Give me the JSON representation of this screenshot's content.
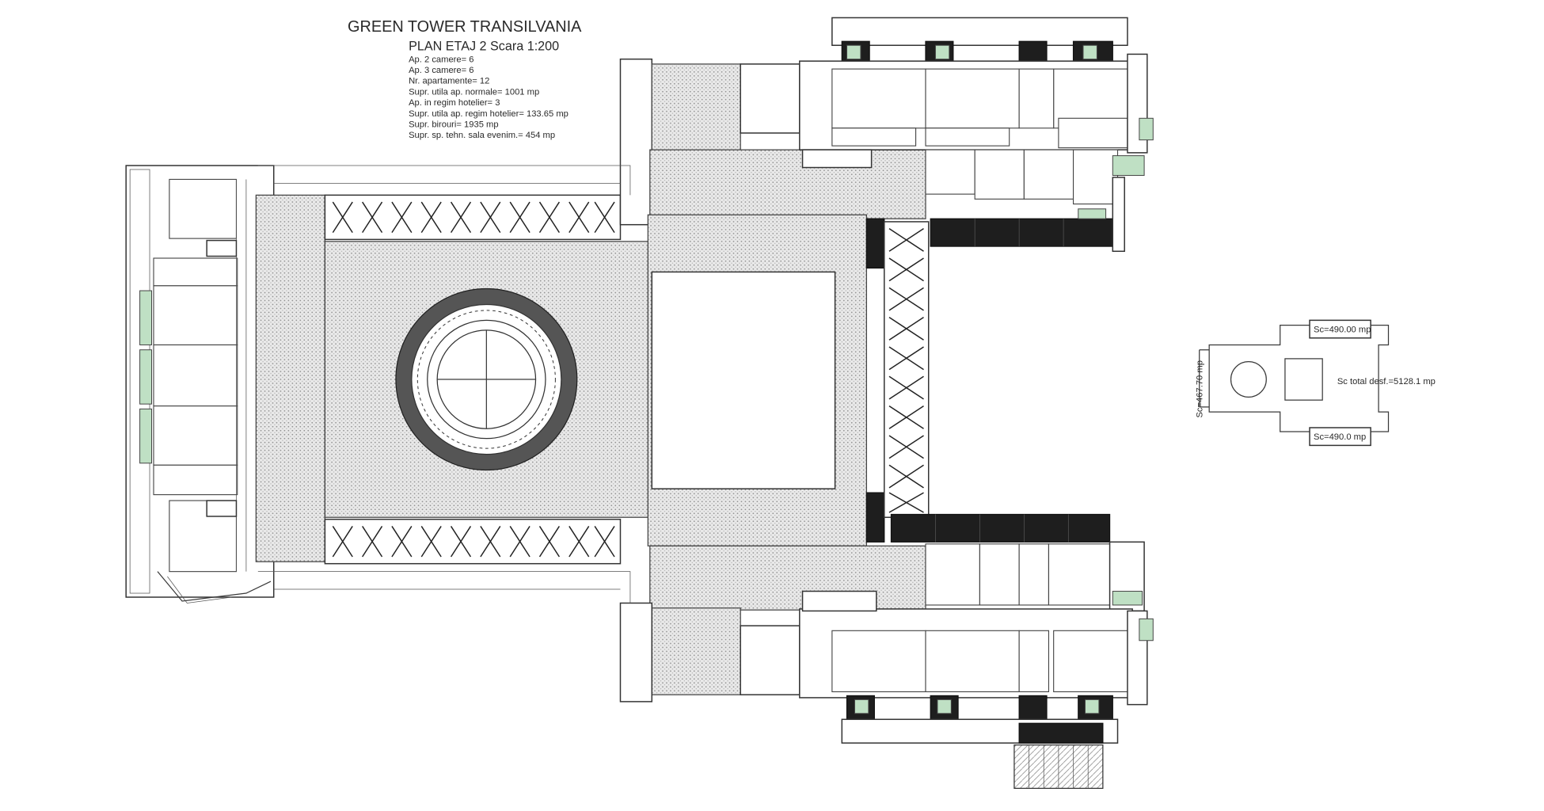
{
  "title": "GREEN TOWER TRANSILVANIA",
  "subtitle": "PLAN ETAJ 2  Scara 1:200",
  "stats": [
    "Ap. 2 camere= 6",
    "Ap. 3 camere= 6",
    "Nr. apartamente= 12",
    "Supr. utila ap. normale= 1001 mp",
    "Ap. in regim hotelier= 3",
    "Supr. utila ap. regim hotelier= 133.65 mp",
    "Supr. birouri= 1935 mp",
    "Supr. sp. tehn. sala evenim.= 454 mp"
  ],
  "key_plan": {
    "sc_top": "Sc=490.00 mp",
    "sc_bottom": "Sc=490.0 mp",
    "sc_left": "Sc=467.70 mp",
    "sc_total": "Sc total desf.=5128.1 mp"
  },
  "colors": {
    "line": "#333333",
    "hatch": "#9a9a9a",
    "dark_fill": "#1e1e1e",
    "green_accent": "#bfe0c4"
  }
}
